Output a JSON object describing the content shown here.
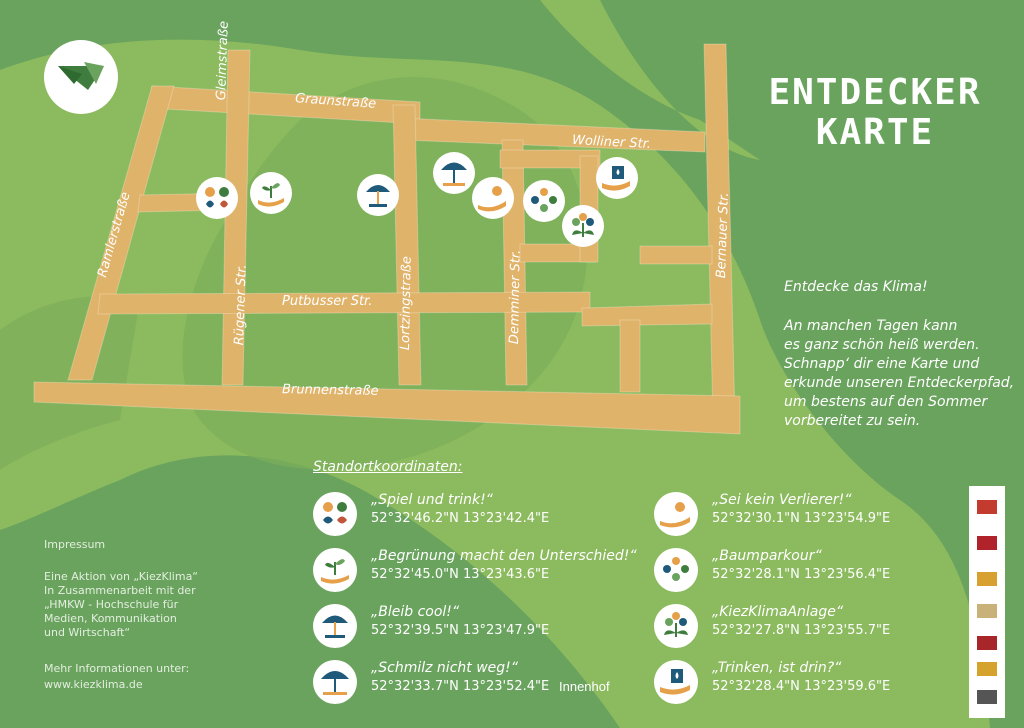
{
  "title": {
    "line1": "ENTDECKER",
    "line2": "KARTE"
  },
  "logo": {
    "icon": "pencil-paper-logo"
  },
  "streets": {
    "graunstrasse": "Graunstraße",
    "gleimstrasse": "Gleimstraße",
    "ramlerstrasse": "Ramlerstraße",
    "ruegener": "Rügener Str.",
    "putbusser": "Putbusser Str.",
    "lortzingstrasse": "Lortzingstraße",
    "demminer": "Demminer Str.",
    "wolliner": "Wolliner Str.",
    "bernauer": "Bernauer Str.",
    "brunnenstrasse": "Brunnenstraße"
  },
  "intro": {
    "heading": "Entdecke das Klima!",
    "lines": [
      "An manchen Tagen kann",
      "es ganz schön heiß werden.",
      "Schnapp‘ dir eine Karte und",
      "erkunde unseren Entdeckerpfad,",
      "um bestens auf den Sommer",
      "vorbereitet zu sein."
    ]
  },
  "coordinates_heading": "Standortkoordinaten:",
  "locations": [
    {
      "name": "„Spiel und trink!“",
      "coords": "52°32'46.2\"N 13°23'42.4\"E",
      "extra": "",
      "icon": "play-and-drink-icon"
    },
    {
      "name": "„Begrünung macht den Unterschied!“",
      "coords": "52°32'45.0\"N 13°23'43.6\"E",
      "extra": "",
      "icon": "hand-plant-icon"
    },
    {
      "name": "„Bleib cool!“",
      "coords": "52°32'39.5\"N 13°23'47.9\"E",
      "extra": "",
      "icon": "umbrella-bench-icon"
    },
    {
      "name": "„Schmilz nicht weg!“",
      "coords": "52°32'33.7\"N 13°23'52.4\"E",
      "extra": "Innenhof",
      "icon": "umbrella-shade-icon"
    },
    {
      "name": "„Sei kein Verlierer!“",
      "coords": "52°32'30.1\"N 13°23'54.9\"E",
      "extra": "",
      "icon": "hand-sun-icon"
    },
    {
      "name": "„Baumparkour“",
      "coords": "52°32'28.1\"N 13°23'56.4\"E",
      "extra": "",
      "icon": "tree-parkour-icon"
    },
    {
      "name": "„KiezKlimaAnlage“",
      "coords": "52°32'27.8\"N 13°23'55.7\"E",
      "extra": "",
      "icon": "flower-icon"
    },
    {
      "name": "„Trinken, ist drin?“",
      "coords": "52°32'28.4\"N 13°23'59.6\"E",
      "extra": "",
      "icon": "hand-cup-icon"
    }
  ],
  "impressum": {
    "heading": "Impressum",
    "lines": [
      "Eine Aktion von „KiezKlima“",
      "In Zusammenarbeit mit der",
      "„HMKW - Hochschule für",
      "Medien, Kommunikation",
      "und Wirtschaft“"
    ],
    "more_label": "Mehr Informationen unter:",
    "url": "www.kiezklima.de"
  },
  "colors": {
    "background": "#6aa35e",
    "light_green": "#8cba5e",
    "road": "#e0b36a",
    "icon_blue": "#1f5a7a",
    "icon_orange": "#e6a04a",
    "icon_green": "#3f7d3f"
  }
}
